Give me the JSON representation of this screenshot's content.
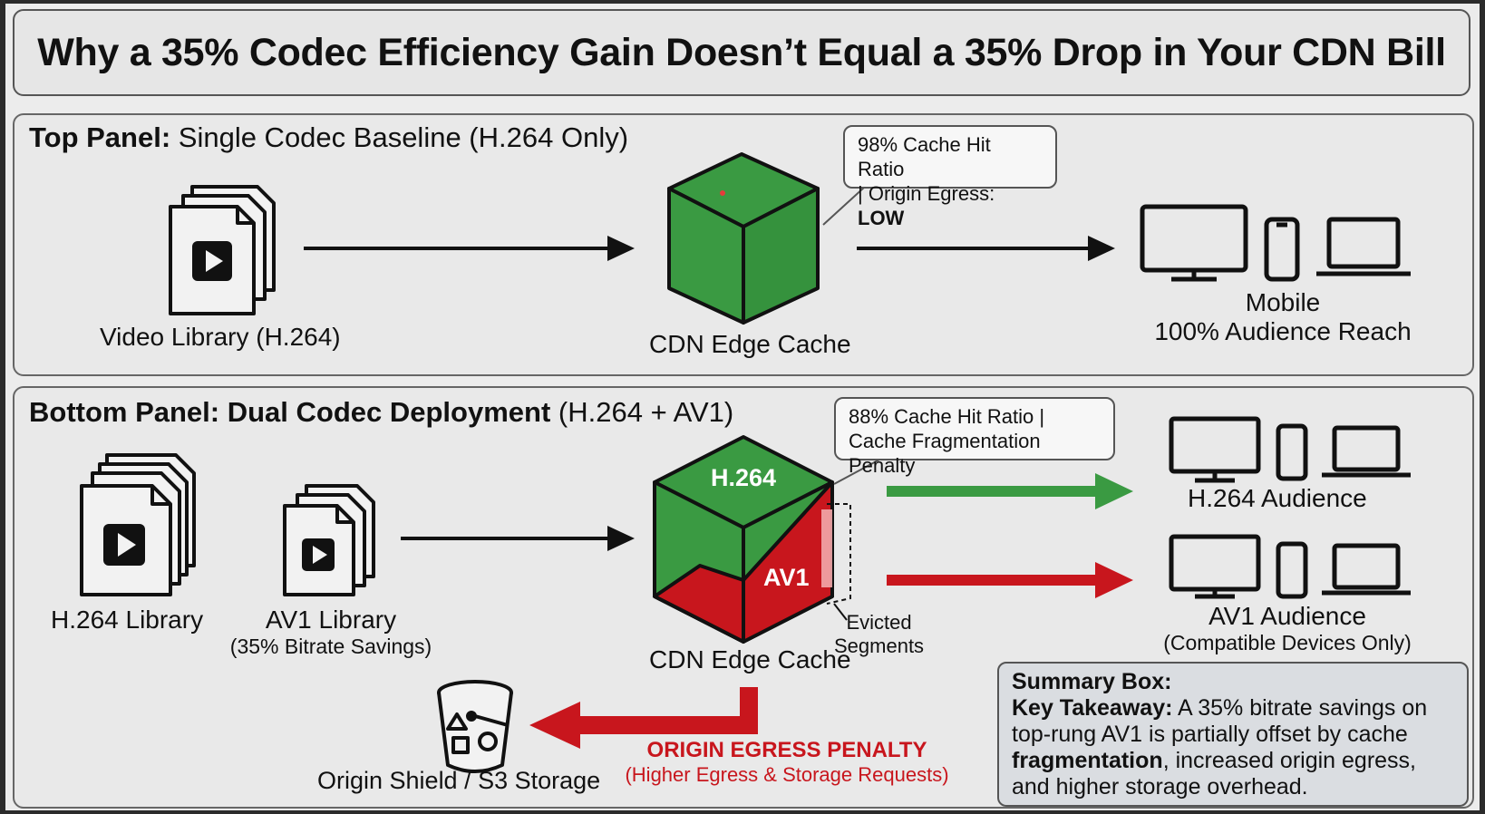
{
  "title": "Why a 35% Codec Efficiency Gain Doesn’t Equal a 35% Drop in Your CDN Bill",
  "top_panel": {
    "heading_bold": "Top Panel:",
    "heading_rest": " Single Codec Baseline (H.264 Only)",
    "library_label": "Video Library (H.264)",
    "cdn_label": "CDN Edge Cache",
    "bubble_line1": "98% Cache Hit Ratio",
    "bubble_line2_prefix": "| Origin Egress: ",
    "bubble_line2_bold": "LOW",
    "devices_label_line1": "Mobile",
    "devices_label_line2": "100% Audience Reach"
  },
  "bottom_panel": {
    "heading_bold": "Bottom Panel: Dual Codec Deployment",
    "heading_rest": " (H.264 + AV1)",
    "h264_library_label": "H.264 Library",
    "av1_library_label": "AV1 Library",
    "av1_library_sublabel": "(35% Bitrate Savings)",
    "cube_top_label": "H.264",
    "cube_bottom_label": "AV1",
    "cdn_label": "CDN Edge Cache",
    "evicted_line1": "Evicted",
    "evicted_line2": "Segments",
    "bubble_line1": "88% Cache Hit Ratio |",
    "bubble_line2": "Cache Fragmentation Penalty",
    "h264_audience_label": "H.264 Audience",
    "av1_audience_label": "AV1 Audience",
    "av1_audience_sublabel": "(Compatible Devices Only)",
    "origin_label": "Origin Shield / S3 Storage",
    "penalty_title": "ORIGIN EGRESS PENALTY",
    "penalty_subtitle": "(Higher Egress & Storage Requests)"
  },
  "summary": {
    "heading": "Summary Box:",
    "key_bold": "Key Takeaway:",
    "text1": " A 35% bitrate savings on top-rung AV1 is partially offset by cache ",
    "fragmentation_bold": "fragmentation",
    "text2": ", increased origin egress, and higher storage overhead."
  },
  "colors": {
    "green": "#3a9a42",
    "red": "#c8161d",
    "dark": "#111111"
  }
}
